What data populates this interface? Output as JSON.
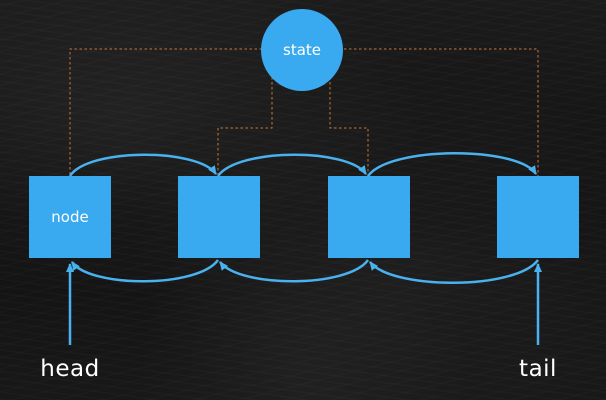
{
  "diagram": {
    "state_label": "state",
    "node_label": "node",
    "head_label": "head",
    "tail_label": "tail",
    "node_count": 4,
    "colors": {
      "node_fill": "#3aaaf0",
      "arrow": "#49b2ee",
      "dotted_link": "#c8763a",
      "label_text": "#ffffff",
      "background": "#151515"
    }
  }
}
